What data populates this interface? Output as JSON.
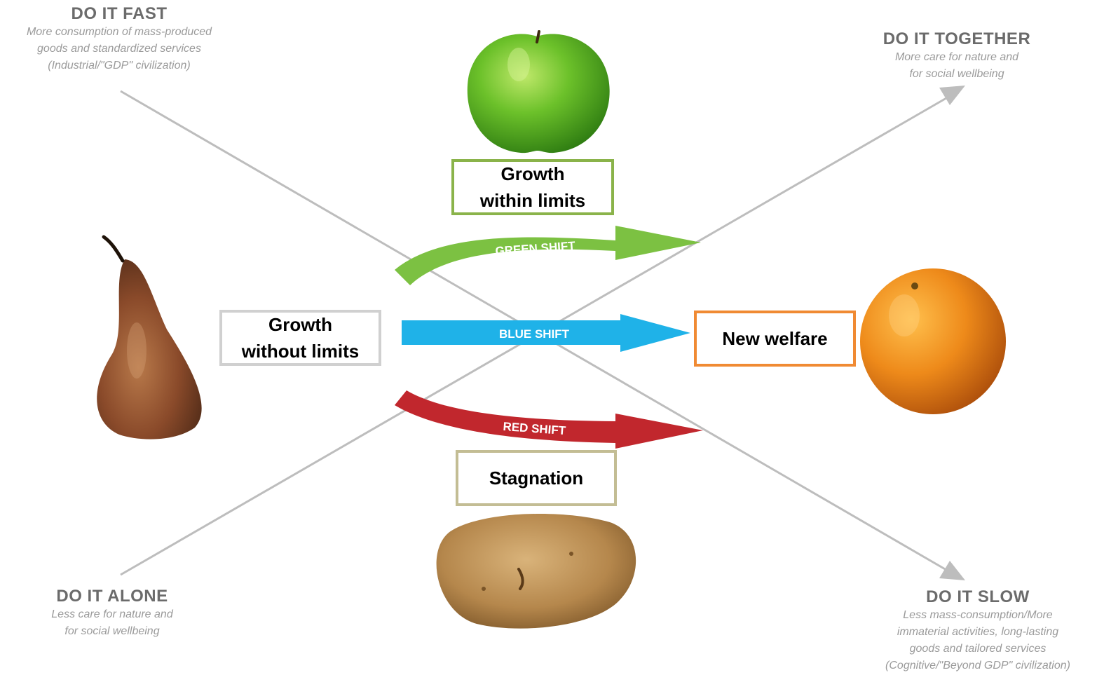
{
  "corners": {
    "fast": {
      "title": "DO IT FAST",
      "desc": [
        "More consumption of mass-produced",
        "goods and standardized services",
        "(Industrial/\"GDP\" civilization)"
      ]
    },
    "together": {
      "title": "DO IT TOGETHER",
      "desc": [
        "More care for nature and",
        "for social wellbeing"
      ]
    },
    "alone": {
      "title": "DO IT ALONE",
      "desc": [
        "Less care for nature and",
        "for social wellbeing"
      ]
    },
    "slow": {
      "title": "DO IT SLOW",
      "desc": [
        "Less mass-consumption/More",
        "immaterial activities, long-lasting",
        "goods and tailored services",
        "(Cognitive/\"Beyond GDP\" civilization)"
      ]
    }
  },
  "shifts": {
    "green": {
      "label": "GREEN SHIFT",
      "color": "#7cc142"
    },
    "blue": {
      "label": "BLUE SHIFT",
      "color": "#1fb2e8"
    },
    "red": {
      "label": "RED SHIFT",
      "color": "#c1272d"
    }
  },
  "boxes": {
    "growth_within": {
      "line1": "Growth",
      "line2": "within limits",
      "border": "#8ab34a"
    },
    "growth_without": {
      "line1": "Growth",
      "line2": "without limits",
      "border": "#d0d0d0"
    },
    "new_welfare": {
      "label": "New welfare",
      "border": "#f08a33"
    },
    "stagnation": {
      "label": "Stagnation",
      "border": "#c3bd94"
    }
  },
  "fruits": {
    "apple": "apple-icon",
    "pear": "pear-icon",
    "orange": "orange-icon",
    "potato": "potato-icon"
  },
  "colors": {
    "axis": "#bdbdbd",
    "corner_title": "#6b6b6b",
    "corner_desc": "#9a9a9a"
  }
}
